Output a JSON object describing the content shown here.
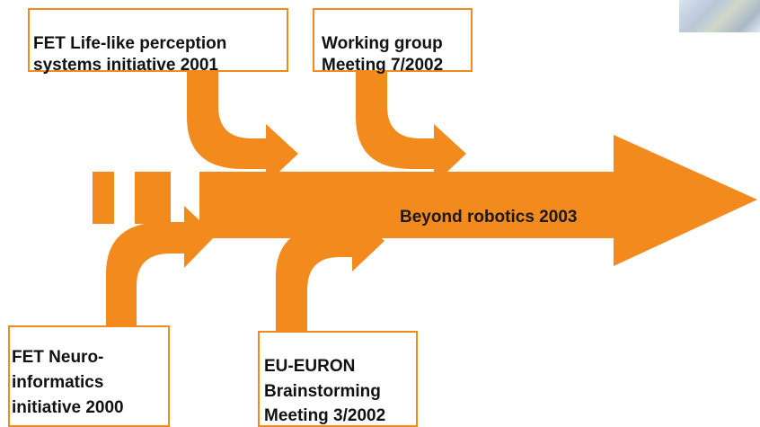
{
  "colors": {
    "arrow": "#F28A1E",
    "box_border": "#F28A1E",
    "text": "#111111",
    "background": "#FFFFFF"
  },
  "main_arrow": {
    "label": "Beyond robotics 2003"
  },
  "boxes": {
    "fet_life_like": {
      "line1": "FET Life-like perception",
      "line2": "systems initiative 2001"
    },
    "working_group": {
      "line1": "Working group",
      "line2": "Meeting 7/2002"
    },
    "fet_neuro": {
      "line1": "FET Neuro-",
      "line2": "informatics",
      "line3": "initiative 2000"
    },
    "eu_euron": {
      "line1": "EU-EURON",
      "line2": "Brainstorming",
      "line3": "Meeting 3/2002"
    }
  }
}
